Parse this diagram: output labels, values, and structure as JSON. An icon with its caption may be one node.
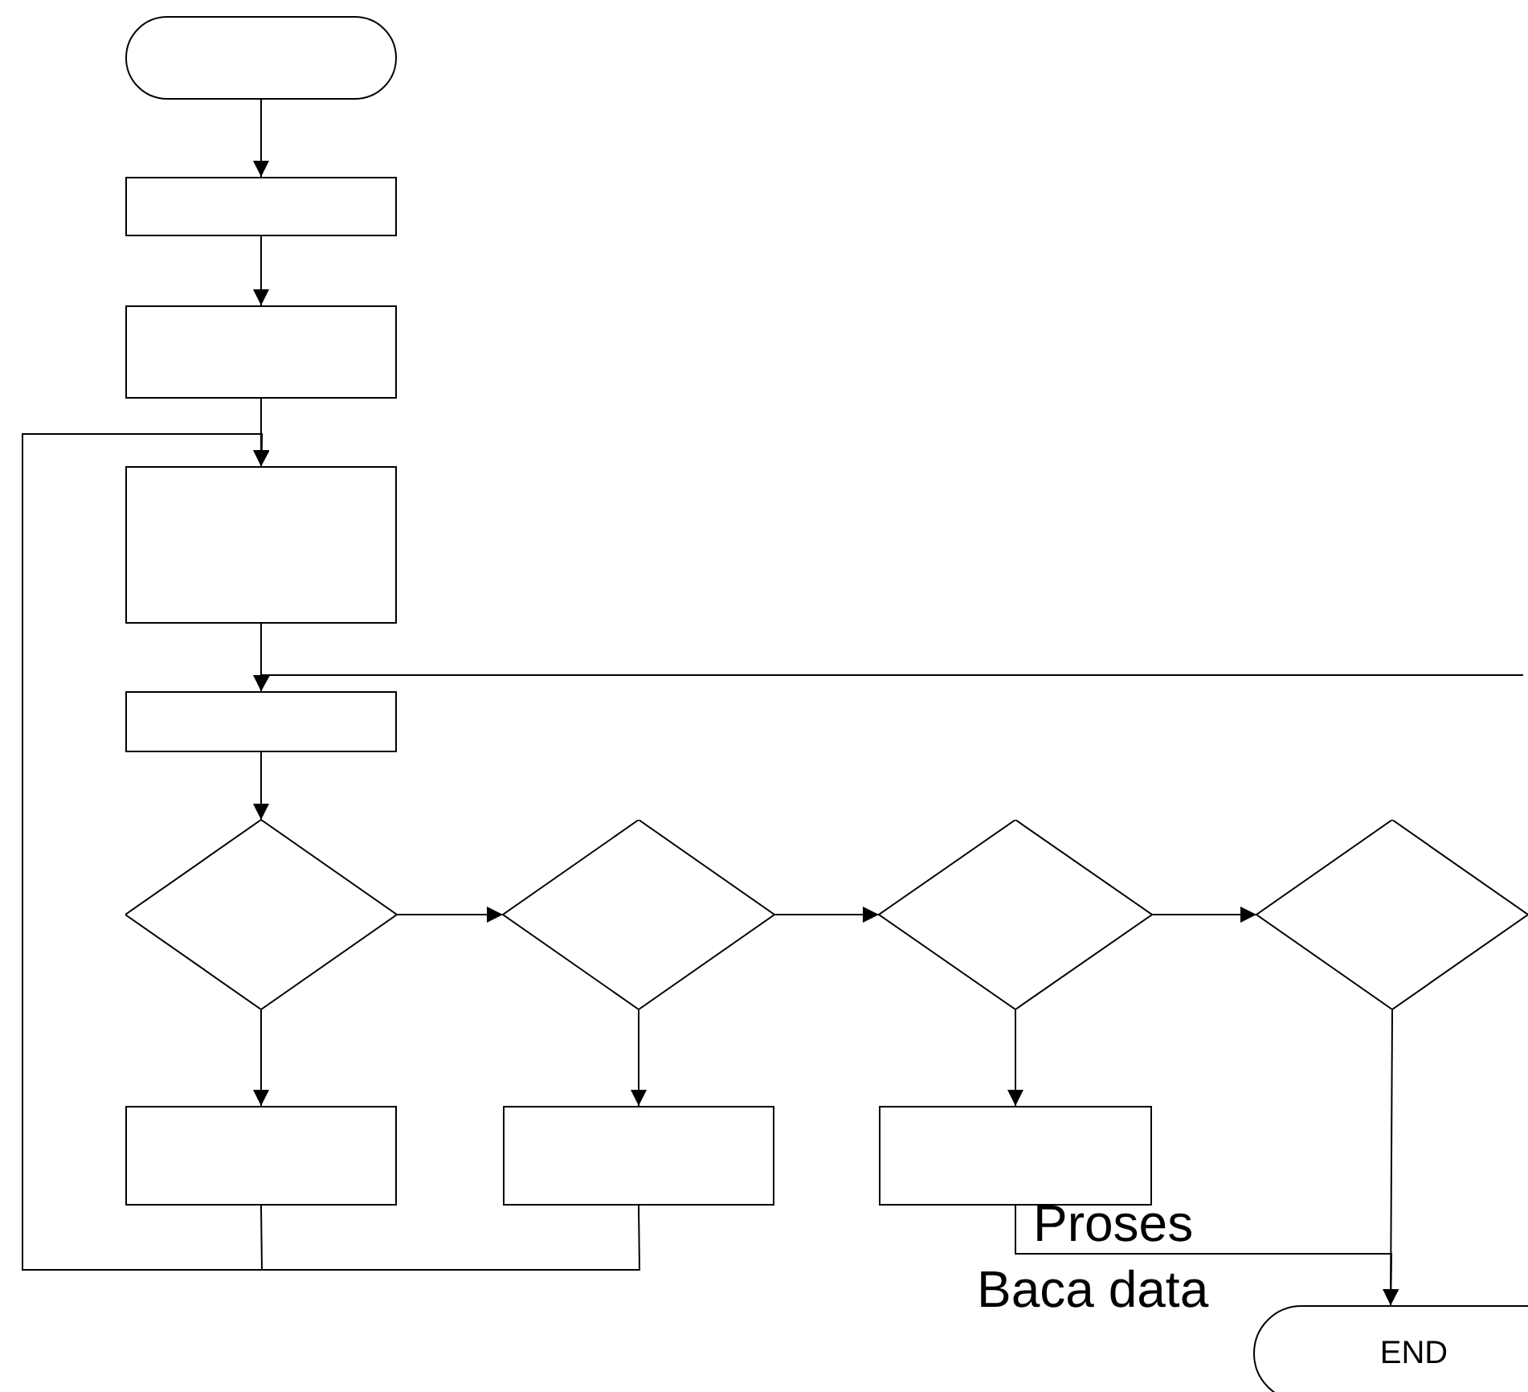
{
  "diagram": {
    "nodes": [
      {
        "text": [],
        "shape": "terminal"
      },
      {
        "text": [],
        "shape": "box"
      },
      {
        "text": [],
        "shape": "box"
      },
      {
        "text": [],
        "shape": "box"
      },
      {
        "text": [],
        "shape": "box"
      },
      {
        "text": [],
        "shape": "diamond"
      },
      {
        "text": [],
        "shape": "diamond"
      },
      {
        "text": [],
        "shape": "diamond"
      },
      {
        "text": [],
        "shape": "diamond"
      },
      {
        "text": [],
        "shape": "box"
      },
      {
        "text": [],
        "shape": "box"
      },
      {
        "text": [],
        "shape": "box"
      },
      {
        "text": [
          "END"
        ]
      }
    ],
    "edges": [
      {
        "from": 0,
        "to": 1,
        "arrow": "to"
      },
      {
        "from": 1,
        "to": 2,
        "arrow": "to"
      },
      {
        "from": 2,
        "to": 3,
        "arrow": "to"
      },
      {
        "from": 3,
        "to": 4,
        "arrow": "to"
      },
      {
        "from": 4,
        "to": 5,
        "arrow": "to"
      },
      {
        "from": 5,
        "to": 6,
        "arrow": "to"
      },
      {
        "from": 6,
        "to": 7,
        "arrow": "to"
      },
      {
        "from": 7,
        "to": 8,
        "arrow": "to"
      },
      {
        "from": 5,
        "to": 9,
        "arrow": "to"
      },
      {
        "from": 6,
        "to": 10,
        "arrow": "to"
      },
      {
        "from": 7,
        "to": 11,
        "arrow": "to"
      },
      {
        "from": 8,
        "to": 12,
        "arrow": "to"
      },
      {
        "from": 11,
        "to": 12,
        "arrow": "to"
      },
      {
        "from": 9,
        "to": 3,
        "arrow": "to"
      },
      {
        "from": 10,
        "to": 3,
        "arrow": "to"
      },
      {
        "from": null,
        "to": 4,
        "arrow": "to"
      }
    ],
    "labels": [
      "Proses",
      "Baca data"
    ]
  }
}
